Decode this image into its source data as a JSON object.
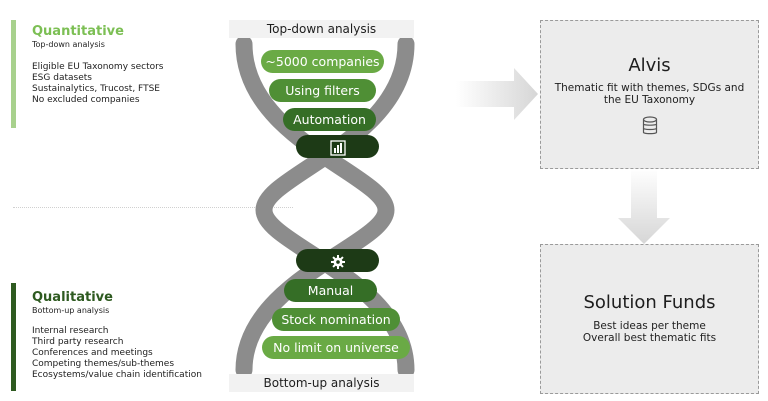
{
  "quantitative": {
    "title": "Quantitative",
    "subtitle": "Top-down analysis",
    "items": [
      "Eligible EU Taxonomy sectors",
      "ESG datasets",
      "Sustainalytics, Trucost, FTSE",
      "No excluded companies"
    ]
  },
  "qualitative": {
    "title": "Qualitative",
    "subtitle": "Bottom-up analysis",
    "items": [
      "Internal research",
      "Third party research",
      "Conferences and meetings",
      "Competing themes/sub-themes",
      "Ecosystems/value chain identification"
    ]
  },
  "center": {
    "top_header": "Top-down analysis",
    "bottom_header": "Bottom-up analysis",
    "top_pills": [
      {
        "label": "~5000 companies",
        "color": "#6aaa45"
      },
      {
        "label": "Using filters",
        "color": "#4f8f35"
      },
      {
        "label": "Automation",
        "color": "#356e26"
      },
      {
        "label": "",
        "icon": "bar-chart-icon",
        "color": "#1d3a16"
      }
    ],
    "bottom_pills": [
      {
        "label": "",
        "icon": "gear-icon",
        "color": "#1d3a16"
      },
      {
        "label": "Manual",
        "color": "#356e26"
      },
      {
        "label": "Stock nomination",
        "color": "#4f8f35"
      },
      {
        "label": "No limit on universe",
        "color": "#6aaa45"
      }
    ]
  },
  "alvis": {
    "title": "Alvis",
    "text_line1": "Thematic fit with themes, SDGs and",
    "text_line2": "the EU Taxonomy",
    "icon": "database-icon"
  },
  "solution_funds": {
    "title": "Solution Funds",
    "text_line1": "Best ideas per theme",
    "text_line2": "Overall best thematic fits"
  },
  "colors": {
    "light_green": "#a8d18d",
    "dark_green": "#2e5a20",
    "strand_gray": "#8c8c8c",
    "box_gray": "#ececec"
  }
}
